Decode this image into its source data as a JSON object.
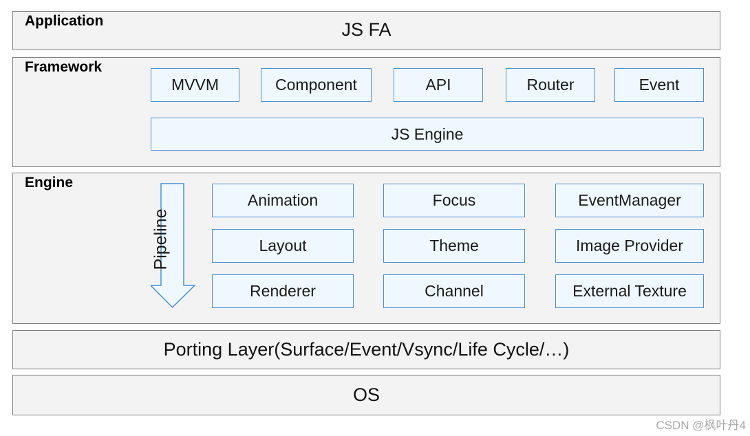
{
  "application": {
    "label": "Application",
    "title": "JS FA"
  },
  "framework": {
    "label": "Framework",
    "modules": [
      "MVVM",
      "Component",
      "API",
      "Router",
      "Event"
    ],
    "engine": "JS Engine"
  },
  "engine": {
    "label": "Engine",
    "pipeline": "Pipeline",
    "modules": [
      "Animation",
      "Focus",
      "EventManager",
      "Layout",
      "Theme",
      "Image Provider",
      "Renderer",
      "Channel",
      "External Texture"
    ]
  },
  "porting": {
    "title": "Porting Layer(Surface/Event/Vsync/Life Cycle/…)"
  },
  "os": {
    "title": "OS"
  },
  "watermark": "CSDN @枫叶丹4",
  "colors": {
    "box_border": "#4a8fd0",
    "box_fill": "#f0f8ff",
    "layer_fill": "#f3f3f3",
    "layer_border": "#7f7f7f"
  }
}
